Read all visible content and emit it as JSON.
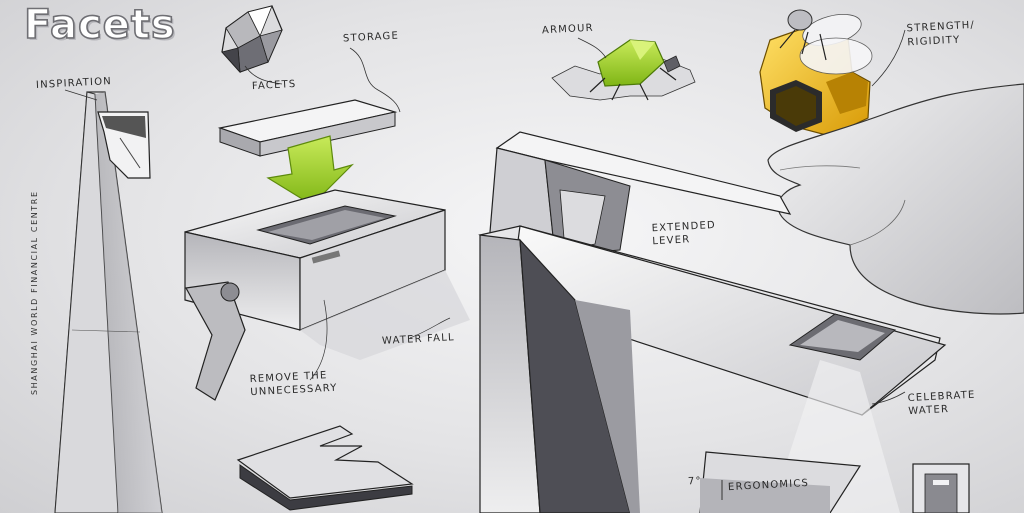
{
  "title": "Facets",
  "labels": {
    "inspiration": "INSPIRATION",
    "facets": "FACETS",
    "storage": "STORAGE",
    "armour": "ARMOUR",
    "strength_rigidity": "STRENGTH/ RIGIDITY",
    "extended_lever": "EXTENDED LEVER",
    "water_fall": "WATER FALL",
    "remove_unnecessary": "REMOVE THE UNNECESSARY",
    "celebrate_water": "CELEBRATE WATER",
    "ergonomics": "ERGONOMICS",
    "seven": "7°",
    "tower": "SHANGHAI WORLD FINANCIAL CENTRE"
  },
  "colors": {
    "accent_green": "#9acd25",
    "honeycomb_yellow": "#f2c21a",
    "ink": "#2a2a2a"
  }
}
